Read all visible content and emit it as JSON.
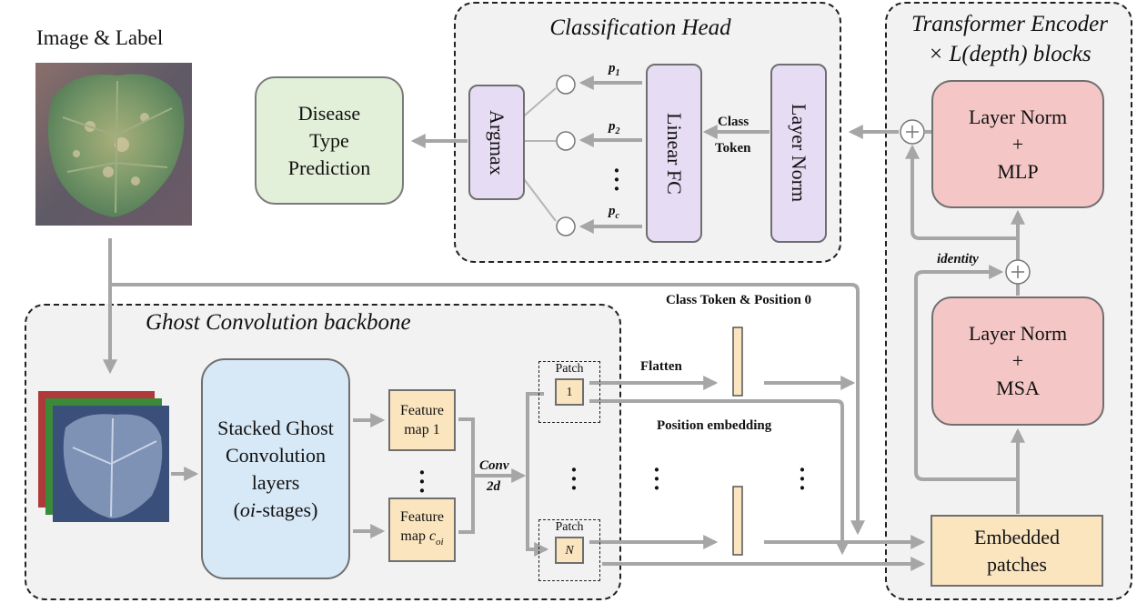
{
  "input_title": "Image & Label",
  "classification_head": {
    "title": "Classification Head",
    "argmax": "Argmax",
    "linear_fc": "Linear FC",
    "layer_norm": "Layer Norm",
    "class_token_line1": "Class",
    "class_token_line2": "Token",
    "p1": "p",
    "p1_sub": "1",
    "p2": "p",
    "p2_sub": "2",
    "pc": "p",
    "pc_sub": "c"
  },
  "prediction": {
    "line1": "Disease",
    "line2": "Type",
    "line3": "Prediction"
  },
  "transformer": {
    "title_line1": "Transformer Encoder",
    "title_line2": "× L(depth) blocks",
    "ln_mlp_line1": "Layer Norm",
    "ln_mlp_line2": "+",
    "ln_mlp_line3": "MLP",
    "ln_msa_line1": "Layer Norm",
    "ln_msa_line2": "+",
    "ln_msa_line3": "MSA",
    "identity": "identity",
    "embedded_line1": "Embedded",
    "embedded_line2": "patches"
  },
  "backbone": {
    "title": "Ghost Convolution backbone",
    "stacked_line1": "Stacked Ghost",
    "stacked_line2": "Convolution",
    "stacked_line3": "layers",
    "stacked_line4_var": "oi",
    "stacked_line4_rest": "-stages)",
    "fm1_line1": "Feature",
    "fm1_line2": "map 1",
    "fmc_line1": "Feature",
    "fmc_line2": "map ",
    "fmc_var": "c",
    "fmc_sub": "oi",
    "conv_line1": "Conv",
    "conv_line2": "2d"
  },
  "patches": {
    "patch_label_top": "Patch",
    "patch_top_num": "1",
    "patch_label_bottom": "Patch",
    "patch_bottom_num": "N"
  },
  "labels": {
    "class_token_pos": "Class Token & Position 0",
    "flatten": "Flatten",
    "position_embedding": "Position embedding"
  },
  "colors": {
    "arrow": "#a6a6a6",
    "green_box": "#e2efd9",
    "purple_box": "#e6dcf3",
    "pink_box": "#f4c7c6",
    "blue_box": "#d7e8f6",
    "tan_box": "#fbe5bf",
    "panel_bg": "#f2f2f2"
  }
}
